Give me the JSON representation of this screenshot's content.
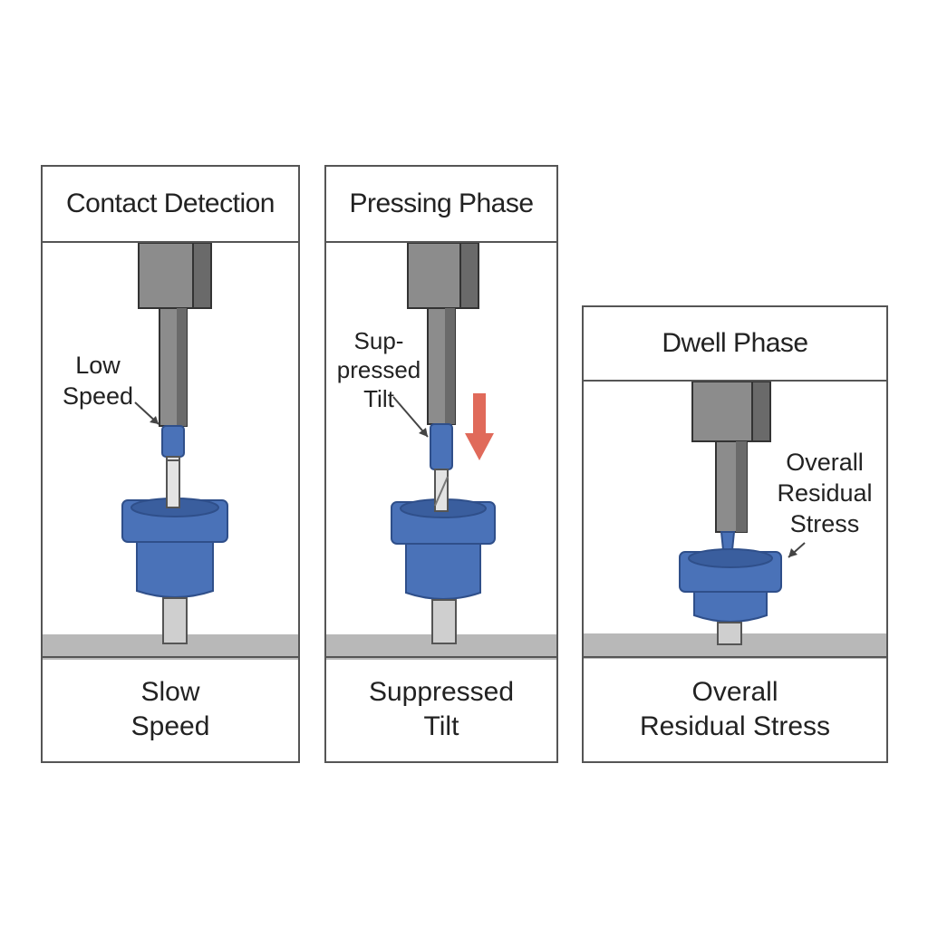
{
  "panels": [
    {
      "title": "Contact Detection",
      "label": [
        "Low",
        "Speed"
      ],
      "caption": [
        "Slow",
        "Speed"
      ]
    },
    {
      "title": "Pressing Phase",
      "label": [
        "Sup-",
        "pressed",
        "Tilt"
      ],
      "caption": [
        "Suppressed",
        "Tilt"
      ]
    },
    {
      "title": "Dwell Phase",
      "label": [
        "Overall",
        "Residual",
        "Stress"
      ],
      "caption": [
        "Overall",
        "Residual Stress"
      ]
    }
  ],
  "colors": {
    "blue": "#4a72b8",
    "blue_dark": "#2f4f8a",
    "gray": "#8c8c8c",
    "gray_dark": "#5f5f5f",
    "arrow_red": "#e06a5a",
    "floor": "#b8b8b8"
  },
  "icons": [
    "press-ram",
    "pin",
    "blue-bushing",
    "down-arrow",
    "leader-arrow"
  ]
}
